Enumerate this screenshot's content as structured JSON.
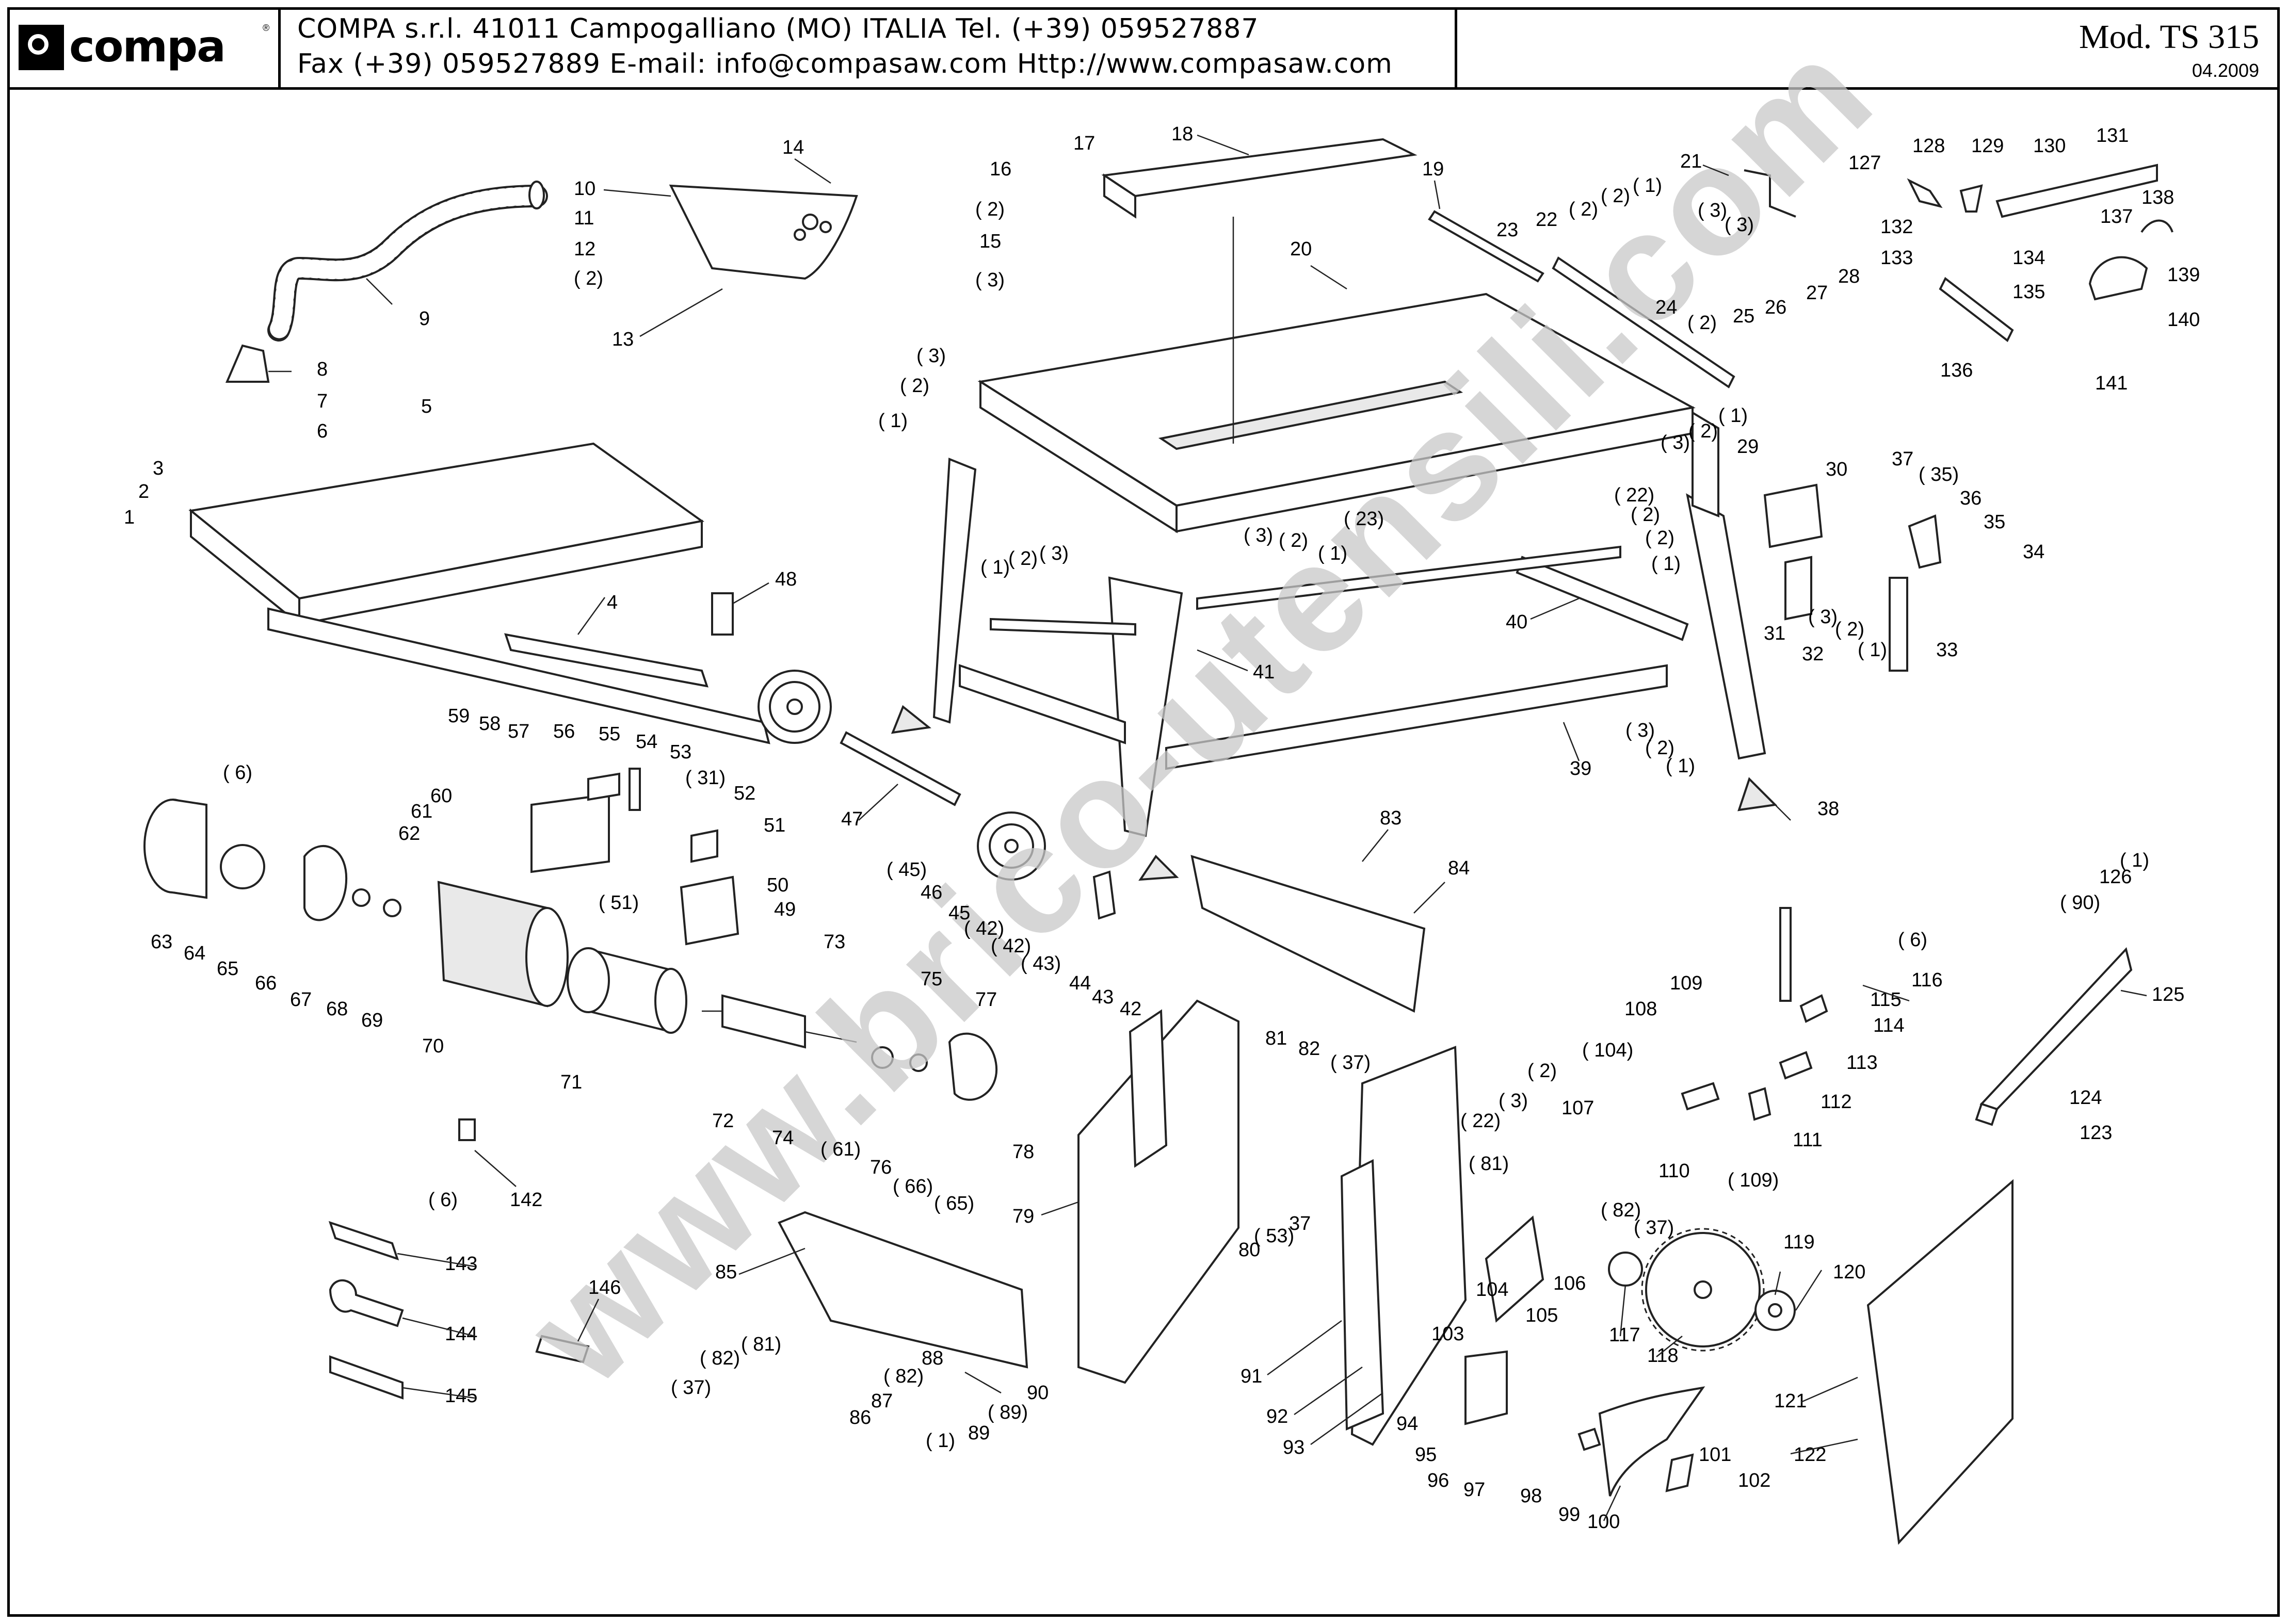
{
  "header": {
    "logo_text": "compa",
    "logo_reg": "®",
    "address_line_1": "COMPA s.r.l. 41011 Campogalliano (MO) ITALIA Tel. (+39) 059527887",
    "address_line_2": "Fax (+39) 059527889 E-mail: info@compasaw.com Http://www.compasaw.com",
    "model": "Mod. TS 315",
    "date": "04.2009"
  },
  "watermark": "www.brico-utensili.com",
  "callouts": [
    {
      "id": "c14",
      "text": "14"
    },
    {
      "id": "c10",
      "text": "10"
    },
    {
      "id": "c11",
      "text": "11"
    },
    {
      "id": "c12",
      "text": "12"
    },
    {
      "id": "c2a",
      "text": "( 2)"
    },
    {
      "id": "c9",
      "text": "9"
    },
    {
      "id": "c13",
      "text": "13"
    },
    {
      "id": "c8",
      "text": "8"
    },
    {
      "id": "c7",
      "text": "7"
    },
    {
      "id": "c6a",
      "text": "6"
    },
    {
      "id": "c5",
      "text": "5"
    },
    {
      "id": "c3a",
      "text": "3"
    },
    {
      "id": "c2b",
      "text": "2"
    },
    {
      "id": "c1a",
      "text": "1"
    },
    {
      "id": "c4",
      "text": "4"
    },
    {
      "id": "c48",
      "text": "48"
    },
    {
      "id": "c17",
      "text": "17"
    },
    {
      "id": "c18",
      "text": "18"
    },
    {
      "id": "c16",
      "text": "16"
    },
    {
      "id": "c2c",
      "text": "( 2)"
    },
    {
      "id": "c15",
      "text": "15"
    },
    {
      "id": "c3b",
      "text": "( 3)"
    },
    {
      "id": "c20",
      "text": "20"
    },
    {
      "id": "c19",
      "text": "19"
    },
    {
      "id": "c21",
      "text": "21"
    },
    {
      "id": "c22a",
      "text": "22"
    },
    {
      "id": "c2d",
      "text": "( 2)"
    },
    {
      "id": "c2e",
      "text": "( 2)"
    },
    {
      "id": "c1b",
      "text": "( 1)"
    },
    {
      "id": "c3c",
      "text": "( 3)"
    },
    {
      "id": "c3d",
      "text": "( 3)"
    },
    {
      "id": "c23",
      "text": "23"
    },
    {
      "id": "c24",
      "text": "24"
    },
    {
      "id": "c25",
      "text": "25"
    },
    {
      "id": "c26",
      "text": "26"
    },
    {
      "id": "c27",
      "text": "27"
    },
    {
      "id": "c28",
      "text": "28"
    },
    {
      "id": "c2f",
      "text": "( 2)"
    },
    {
      "id": "c127",
      "text": "127"
    },
    {
      "id": "c128",
      "text": "128"
    },
    {
      "id": "c129",
      "text": "129"
    },
    {
      "id": "c130",
      "text": "130"
    },
    {
      "id": "c131",
      "text": "131"
    },
    {
      "id": "c138",
      "text": "138"
    },
    {
      "id": "c132",
      "text": "132"
    },
    {
      "id": "c137",
      "text": "137"
    },
    {
      "id": "c133",
      "text": "133"
    },
    {
      "id": "c134",
      "text": "134"
    },
    {
      "id": "c135",
      "text": "135"
    },
    {
      "id": "c139",
      "text": "139"
    },
    {
      "id": "c140",
      "text": "140"
    },
    {
      "id": "c136",
      "text": "136"
    },
    {
      "id": "c141",
      "text": "141"
    },
    {
      "id": "c3e",
      "text": "( 3)"
    },
    {
      "id": "c2g",
      "text": "( 2)"
    },
    {
      "id": "c1c",
      "text": "( 1)"
    },
    {
      "id": "c1d",
      "text": "( 1)"
    },
    {
      "id": "c2h",
      "text": "( 2)"
    },
    {
      "id": "c3f",
      "text": "( 3)"
    },
    {
      "id": "c29",
      "text": "29"
    },
    {
      "id": "c30",
      "text": "30"
    },
    {
      "id": "c37a",
      "text": "37"
    },
    {
      "id": "c35a",
      "text": "( 35)"
    },
    {
      "id": "c36",
      "text": "36"
    },
    {
      "id": "c35b",
      "text": "35"
    },
    {
      "id": "c34",
      "text": "34"
    },
    {
      "id": "c22b",
      "text": "( 22)"
    },
    {
      "id": "c2i",
      "text": "( 2)"
    },
    {
      "id": "c2j",
      "text": "( 2)"
    },
    {
      "id": "c1e",
      "text": "( 1)"
    },
    {
      "id": "c23b",
      "text": "( 23)"
    },
    {
      "id": "c3g",
      "text": "( 3)"
    },
    {
      "id": "c2k",
      "text": "( 2)"
    },
    {
      "id": "c1f",
      "text": "( 1)"
    },
    {
      "id": "c1g",
      "text": "( 1)"
    },
    {
      "id": "c2l",
      "text": "( 2)"
    },
    {
      "id": "c3h",
      "text": "( 3)"
    },
    {
      "id": "c31",
      "text": "31"
    },
    {
      "id": "c3i",
      "text": "( 3)"
    },
    {
      "id": "c2m",
      "text": "( 2)"
    },
    {
      "id": "c1h",
      "text": "( 1)"
    },
    {
      "id": "c32",
      "text": "32"
    },
    {
      "id": "c33",
      "text": "33"
    },
    {
      "id": "c40",
      "text": "40"
    },
    {
      "id": "c41",
      "text": "41"
    },
    {
      "id": "c39",
      "text": "39"
    },
    {
      "id": "c3j",
      "text": "( 3)"
    },
    {
      "id": "c2n",
      "text": "( 2)"
    },
    {
      "id": "c1i",
      "text": "( 1)"
    },
    {
      "id": "c38",
      "text": "38"
    },
    {
      "id": "c59",
      "text": "59"
    },
    {
      "id": "c58",
      "text": "58"
    },
    {
      "id": "c57",
      "text": "57"
    },
    {
      "id": "c56",
      "text": "56"
    },
    {
      "id": "c55",
      "text": "55"
    },
    {
      "id": "c54",
      "text": "54"
    },
    {
      "id": "c53",
      "text": "53"
    },
    {
      "id": "c31b",
      "text": "( 31)"
    },
    {
      "id": "c52",
      "text": "52"
    },
    {
      "id": "c6b",
      "text": "( 6)"
    },
    {
      "id": "c60",
      "text": "60"
    },
    {
      "id": "c61",
      "text": "61"
    },
    {
      "id": "c62",
      "text": "62"
    },
    {
      "id": "c51",
      "text": "51"
    },
    {
      "id": "c51b",
      "text": "( 51)"
    },
    {
      "id": "c50",
      "text": "50"
    },
    {
      "id": "c49",
      "text": "49"
    },
    {
      "id": "c47",
      "text": "47"
    },
    {
      "id": "c45a",
      "text": "( 45)"
    },
    {
      "id": "c46",
      "text": "46"
    },
    {
      "id": "c45b",
      "text": "45"
    },
    {
      "id": "c42a",
      "text": "( 42)"
    },
    {
      "id": "c42b",
      "text": "( 42)"
    },
    {
      "id": "c43a",
      "text": "( 43)"
    },
    {
      "id": "c44",
      "text": "44"
    },
    {
      "id": "c43b",
      "text": "43"
    },
    {
      "id": "c42c",
      "text": "42"
    },
    {
      "id": "c63",
      "text": "63"
    },
    {
      "id": "c64",
      "text": "64"
    },
    {
      "id": "c65a",
      "text": "65"
    },
    {
      "id": "c66a",
      "text": "66"
    },
    {
      "id": "c67",
      "text": "67"
    },
    {
      "id": "c68",
      "text": "68"
    },
    {
      "id": "c69",
      "text": "69"
    },
    {
      "id": "c70",
      "text": "70"
    },
    {
      "id": "c71",
      "text": "71"
    },
    {
      "id": "c73",
      "text": "73"
    },
    {
      "id": "c75",
      "text": "75"
    },
    {
      "id": "c77",
      "text": "77"
    },
    {
      "id": "c72",
      "text": "72"
    },
    {
      "id": "c74",
      "text": "74"
    },
    {
      "id": "c61b",
      "text": "( 61)"
    },
    {
      "id": "c76",
      "text": "76"
    },
    {
      "id": "c66b",
      "text": "( 66)"
    },
    {
      "id": "c65b",
      "text": "( 65)"
    },
    {
      "id": "c78",
      "text": "78"
    },
    {
      "id": "c83",
      "text": "83"
    },
    {
      "id": "c84",
      "text": "84"
    },
    {
      "id": "c6c",
      "text": "( 6)"
    },
    {
      "id": "c142",
      "text": "142"
    },
    {
      "id": "c143",
      "text": "143"
    },
    {
      "id": "c144",
      "text": "144"
    },
    {
      "id": "c145",
      "text": "145"
    },
    {
      "id": "c146",
      "text": "146"
    },
    {
      "id": "c85",
      "text": "85"
    },
    {
      "id": "c82a",
      "text": "( 82)"
    },
    {
      "id": "c81a",
      "text": "( 81)"
    },
    {
      "id": "c37b",
      "text": "( 37)"
    },
    {
      "id": "c88",
      "text": "88"
    },
    {
      "id": "c82b",
      "text": "( 82)"
    },
    {
      "id": "c87",
      "text": "87"
    },
    {
      "id": "c86",
      "text": "86"
    },
    {
      "id": "c90",
      "text": "90"
    },
    {
      "id": "c89a",
      "text": "( 89)"
    },
    {
      "id": "c89b",
      "text": "89"
    },
    {
      "id": "c1j",
      "text": "( 1)"
    },
    {
      "id": "c81b",
      "text": "81"
    },
    {
      "id": "c82c",
      "text": "82"
    },
    {
      "id": "c37c",
      "text": "( 37)"
    },
    {
      "id": "c79",
      "text": "79"
    },
    {
      "id": "c80",
      "text": "80"
    },
    {
      "id": "c53b",
      "text": "( 53)"
    },
    {
      "id": "c37d",
      "text": "37"
    },
    {
      "id": "c91",
      "text": "91"
    },
    {
      "id": "c92",
      "text": "92"
    },
    {
      "id": "c93",
      "text": "93"
    },
    {
      "id": "c22c",
      "text": "( 22)"
    },
    {
      "id": "c3k",
      "text": "( 3)"
    },
    {
      "id": "c2o",
      "text": "( 2)"
    },
    {
      "id": "c81c",
      "text": "( 81)"
    },
    {
      "id": "c107",
      "text": "107"
    },
    {
      "id": "c104a",
      "text": "( 104)"
    },
    {
      "id": "c108",
      "text": "108"
    },
    {
      "id": "c109a",
      "text": "109"
    },
    {
      "id": "c110",
      "text": "110"
    },
    {
      "id": "c109b",
      "text": "( 109)"
    },
    {
      "id": "c82d",
      "text": "( 82)"
    },
    {
      "id": "c37e",
      "text": "( 37)"
    },
    {
      "id": "c106",
      "text": "106"
    },
    {
      "id": "c104b",
      "text": "104"
    },
    {
      "id": "c103",
      "text": "103"
    },
    {
      "id": "c105",
      "text": "105"
    },
    {
      "id": "c117",
      "text": "117"
    },
    {
      "id": "c118",
      "text": "118"
    },
    {
      "id": "c94",
      "text": "94"
    },
    {
      "id": "c95",
      "text": "95"
    },
    {
      "id": "c96",
      "text": "96"
    },
    {
      "id": "c97",
      "text": "97"
    },
    {
      "id": "c98",
      "text": "98"
    },
    {
      "id": "c99",
      "text": "99"
    },
    {
      "id": "c100",
      "text": "100"
    },
    {
      "id": "c101",
      "text": "101"
    },
    {
      "id": "c102",
      "text": "102"
    },
    {
      "id": "c115",
      "text": "115"
    },
    {
      "id": "c6d",
      "text": "( 6)"
    },
    {
      "id": "c116",
      "text": "116"
    },
    {
      "id": "c114",
      "text": "114"
    },
    {
      "id": "c113",
      "text": "113"
    },
    {
      "id": "c112",
      "text": "112"
    },
    {
      "id": "c111",
      "text": "111"
    },
    {
      "id": "c119",
      "text": "119"
    },
    {
      "id": "c120",
      "text": "120"
    },
    {
      "id": "c121",
      "text": "121"
    },
    {
      "id": "c122",
      "text": "122"
    },
    {
      "id": "c126",
      "text": "126"
    },
    {
      "id": "c1k",
      "text": "( 1)"
    },
    {
      "id": "c90b",
      "text": "( 90)"
    },
    {
      "id": "c125",
      "text": "125"
    },
    {
      "id": "c124",
      "text": "124"
    },
    {
      "id": "c123",
      "text": "123"
    }
  ]
}
